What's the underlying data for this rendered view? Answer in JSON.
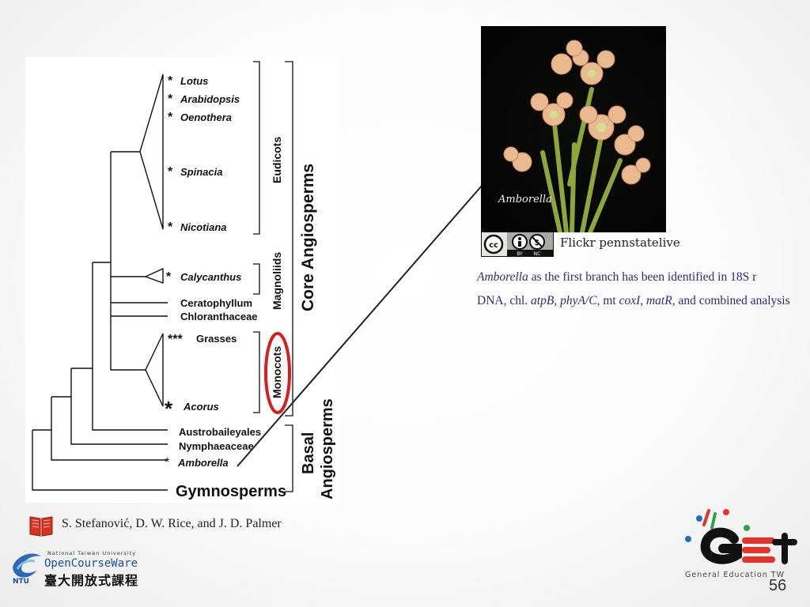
{
  "tree": {
    "taxa": {
      "lotus": "Lotus",
      "arabidopsis": "Arabidopsis",
      "oenothera": "Oenothera",
      "spinacia": "Spinacia",
      "nicotiana": "Nicotiana",
      "calycanthus": "Calycanthus",
      "ceratophyllum": "Ceratophyllum",
      "chloranthaceae": "Chloranthaceae",
      "grasses": "Grasses",
      "acorus": "Acorus",
      "austrobaileyales": "Austrobaileyales",
      "nymphaeaceae": "Nymphaeaceae",
      "amborella": "Amborella",
      "gymnosperms": "Gymnosperms"
    },
    "stars": {
      "single": "*",
      "triple": "***"
    },
    "groups": {
      "eudicots": "Eudicots",
      "magnoliids": "Magnoliids",
      "monocots": "Monocots",
      "core_angiosperms": "Core Angiosperms",
      "basal_line1": "Basal",
      "basal_line2": "Angiosperms"
    },
    "highlight_color": "#d42020"
  },
  "photo": {
    "caption": "Amborella",
    "credit": "Flickr pennstatelive",
    "license": {
      "cc": "cc",
      "by": "BY",
      "nc": "NC"
    }
  },
  "description": {
    "part1": "Amborella",
    "part2": " as the first branch has been identified in 18S r",
    "part3": "DNA, chl. ",
    "part4": "atpB",
    "part5": ", ",
    "part6": "phyA/C",
    "part7": ", mt ",
    "part8": "coxI",
    "part9": ", ",
    "part10": "matR",
    "part11": ", and combined analysis"
  },
  "citation": "S. Stefanović, D. W. Rice, and J. D. Palmer",
  "footer": {
    "ocw_small": "National Taiwan University",
    "ocw_name": "OpenCourseWare",
    "ocw_cjk": "臺大開放式課程",
    "get_tagline": "General Education TW",
    "page_number": "56"
  }
}
